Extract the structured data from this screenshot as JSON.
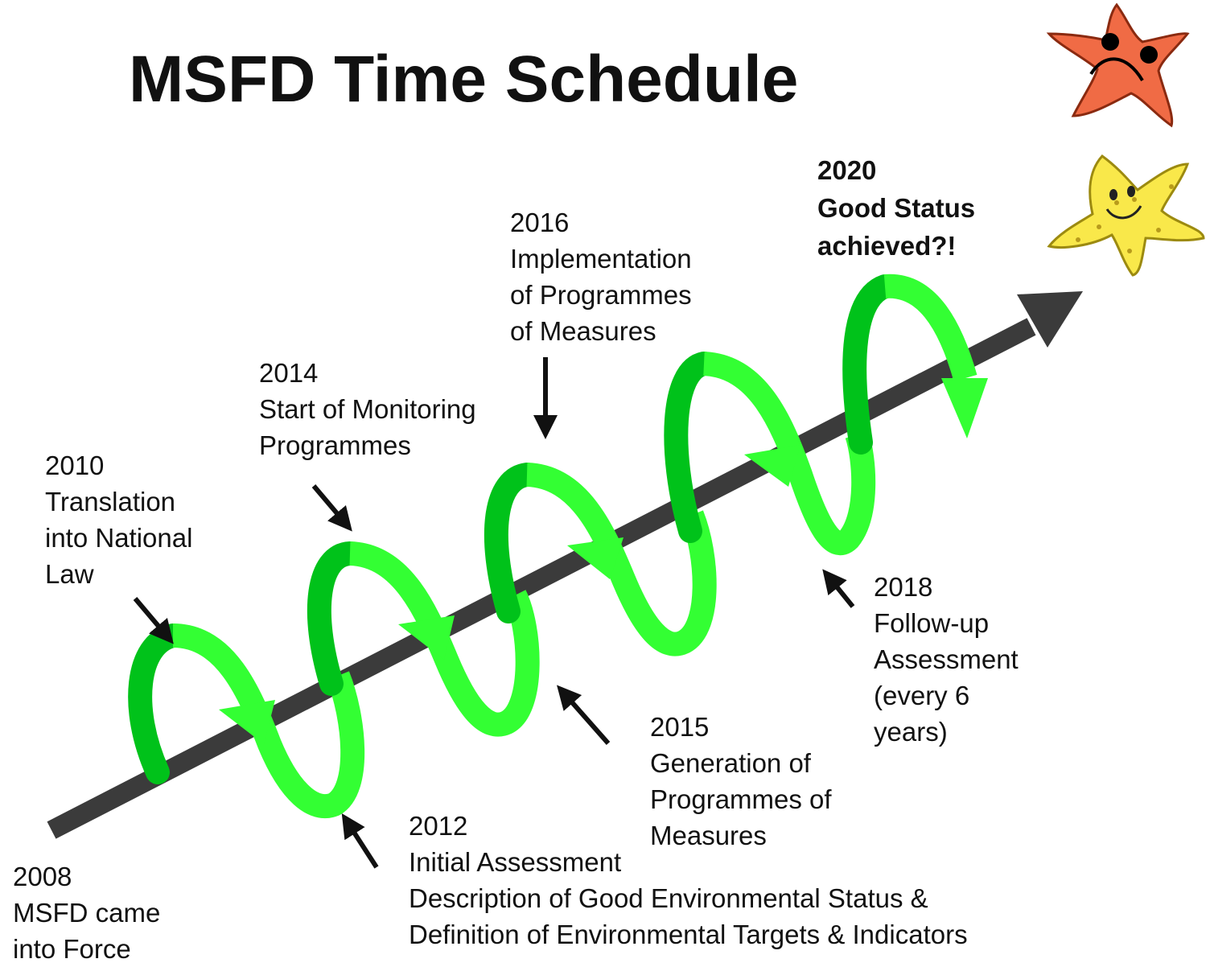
{
  "title": "MSFD Time Schedule",
  "colors": {
    "arrow": "#3b3b3b",
    "ribbon_light": "#33ff33",
    "ribbon_dark": "#00c21a",
    "text": "#111111",
    "sad_star": "#f06b45",
    "happy_star": "#f9e84a"
  },
  "icons": [
    "sad-starfish-icon",
    "happy-starfish-icon"
  ],
  "milestones": {
    "m2008": {
      "year": "2008",
      "lines": [
        "MSFD came",
        "into Force"
      ]
    },
    "m2010": {
      "year": "2010",
      "lines": [
        "Translation",
        "into National",
        "Law"
      ]
    },
    "m2012": {
      "year": "2012",
      "lines": [
        "Initial Assessment",
        "Description of Good Environmental Status &",
        "Definition of Environmental Targets & Indicators"
      ]
    },
    "m2014": {
      "year": "2014",
      "lines": [
        "Start of Monitoring",
        "Programmes"
      ]
    },
    "m2015": {
      "year": "2015",
      "lines": [
        "Generation of",
        "Programmes of",
        "Measures"
      ]
    },
    "m2016": {
      "year": "2016",
      "lines": [
        "Implementation",
        "of Programmes",
        "of Measures"
      ]
    },
    "m2018": {
      "year": "2018",
      "lines": [
        "Follow-up",
        "Assessment",
        "(every 6",
        "years)"
      ]
    },
    "m2020": {
      "year": "2020",
      "lines": [
        "Good Status",
        "achieved?!"
      ]
    }
  }
}
